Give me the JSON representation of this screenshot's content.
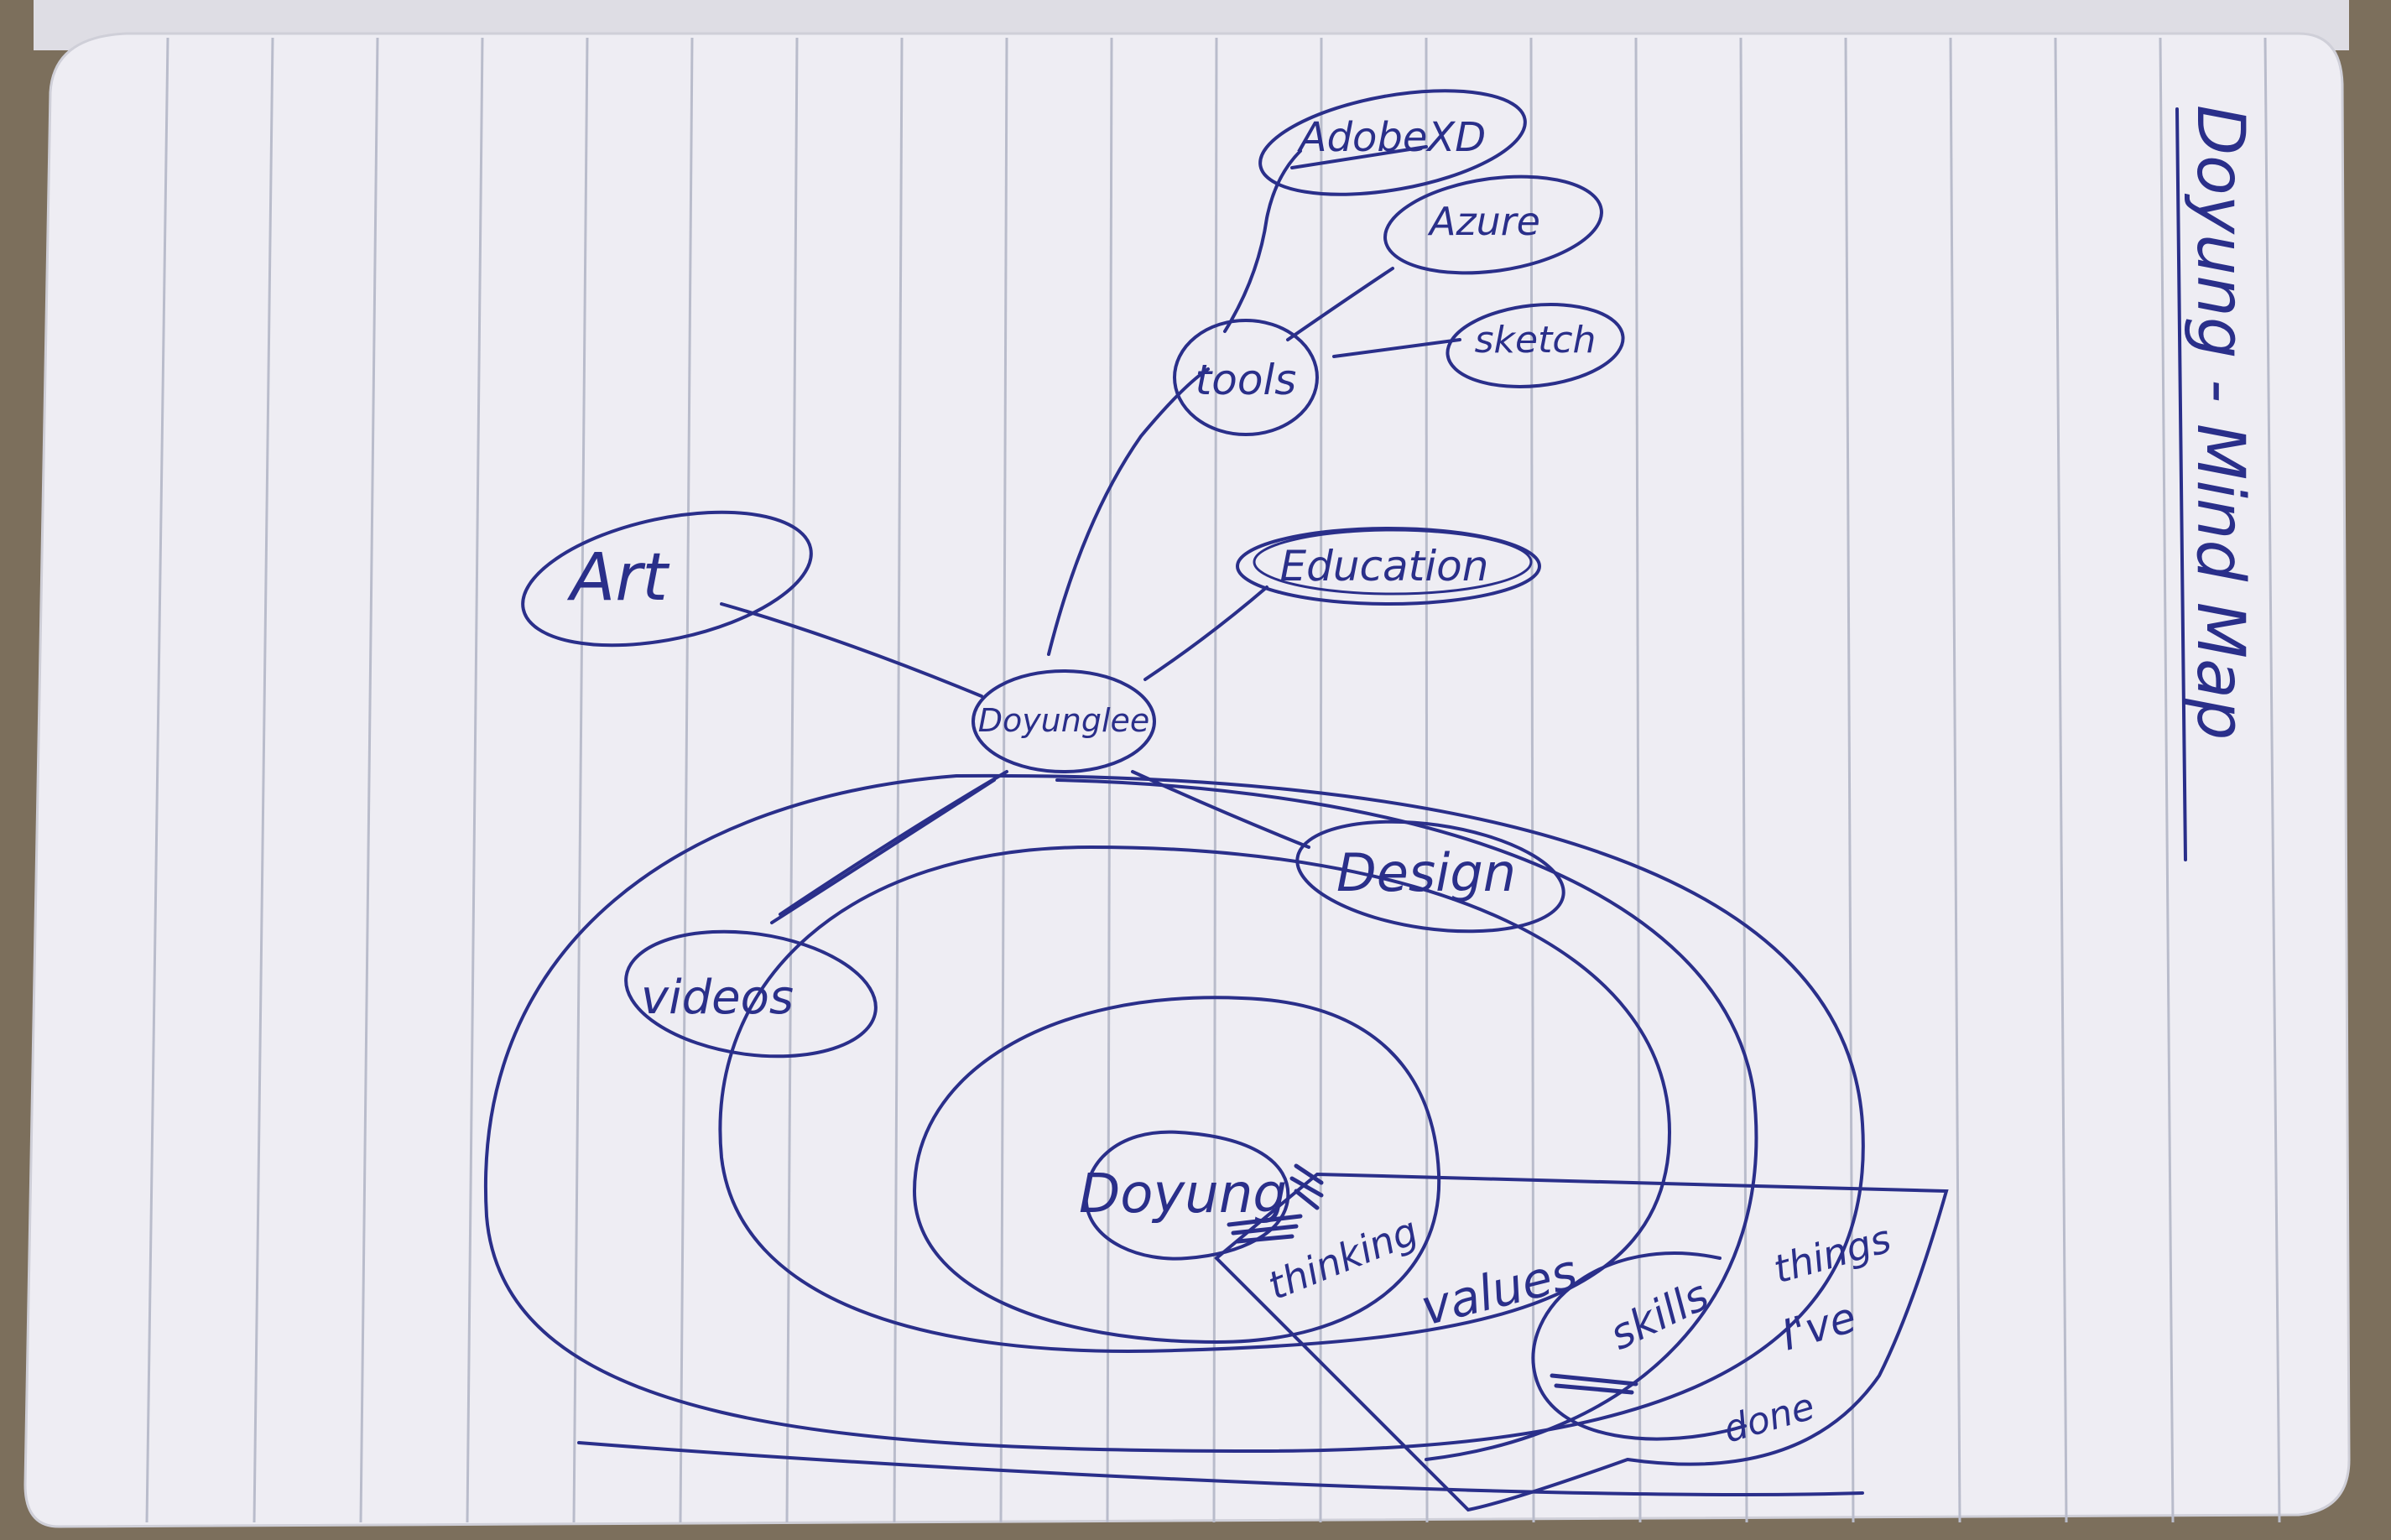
{
  "photo": {
    "ink_color": "#2a2f8a",
    "paper_color": "#eeedf3",
    "rule_color": "#b9bccb",
    "background_color": "#7c6f5c"
  },
  "title": "Doyung - Mind Map",
  "nodes": {
    "center": "Doyunglee",
    "art": "Art",
    "tools": "tools",
    "adobe_xd": "AdobeXD",
    "azure": "Azure",
    "sketch": "sketch",
    "education": "Education",
    "design": "Design",
    "videos": "videos"
  },
  "rings": {
    "core": "Doyung",
    "thinking": "thinking",
    "values": "values",
    "skills": "skills",
    "things_done": [
      "things",
      "I've",
      "done"
    ]
  }
}
